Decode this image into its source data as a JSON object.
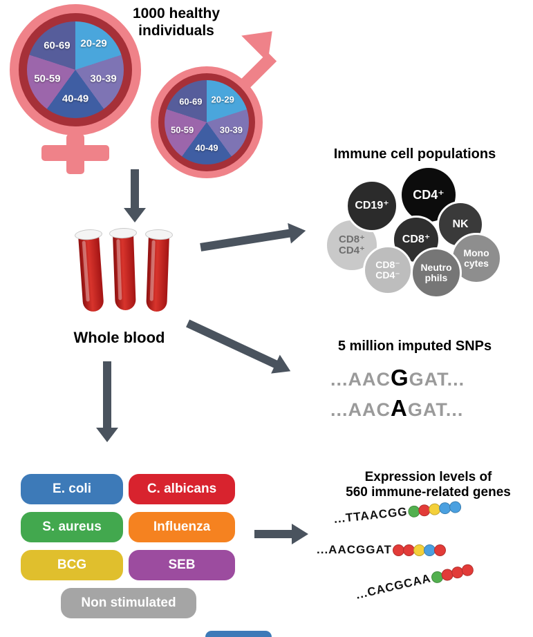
{
  "header": {
    "title": "1000 healthy\nindividuals"
  },
  "demographics": {
    "age_groups": [
      {
        "label": "20-29",
        "color": "#4aa6dc"
      },
      {
        "label": "30-39",
        "color": "#7e74b4"
      },
      {
        "label": "40-49",
        "color": "#3f5ea3"
      },
      {
        "label": "50-59",
        "color": "#9c66ab"
      },
      {
        "label": "60-69",
        "color": "#565d9b"
      }
    ],
    "symbol_color": "#ef8289",
    "ring_color": "#a63038"
  },
  "whole_blood": {
    "label": "Whole blood"
  },
  "immune_cells": {
    "title": "Immune cell populations",
    "cells": [
      {
        "label": "CD8⁺\nCD4⁺",
        "color": "#c9c9c9",
        "text_color": "#6e6e6e"
      },
      {
        "label": "CD19⁺",
        "color": "#2b2b2b",
        "text_color": "#ffffff"
      },
      {
        "label": "CD4⁺",
        "color": "#0c0c0c",
        "text_color": "#ffffff"
      },
      {
        "label": "NK",
        "color": "#3a3a3a",
        "text_color": "#ffffff"
      },
      {
        "label": "CD8⁺",
        "color": "#2f2f2f",
        "text_color": "#ffffff"
      },
      {
        "label": "Mono\ncytes",
        "color": "#8e8e8e",
        "text_color": "#ffffff"
      },
      {
        "label": "CD8⁻\nCD4⁻",
        "color": "#bdbdbd",
        "text_color": "#ffffff"
      },
      {
        "label": "Neutro\nphils",
        "color": "#767676",
        "text_color": "#ffffff"
      }
    ]
  },
  "snps": {
    "title": "5 million imputed SNPs",
    "rows": [
      {
        "pre": "...AAC",
        "variant": "G",
        "post": "GAT..."
      },
      {
        "pre": "...AAC",
        "variant": "A",
        "post": "GAT..."
      }
    ]
  },
  "stimulations": {
    "items": [
      {
        "label": "E. coli",
        "color": "#3d7ab8"
      },
      {
        "label": "C. albicans",
        "color": "#d8232e"
      },
      {
        "label": "S. aureus",
        "color": "#42a84e"
      },
      {
        "label": "Influenza",
        "color": "#f58220"
      },
      {
        "label": "BCG",
        "color": "#e0bf2d"
      },
      {
        "label": "SEB",
        "color": "#9c4c9f"
      },
      {
        "label": "Non stimulated",
        "color": "#a5a5a5"
      }
    ]
  },
  "expression": {
    "title": "Expression levels of\n560 immune-related genes",
    "dot_palette": {
      "green": "#52b04f",
      "red": "#e23b38",
      "yellow": "#f4d03a",
      "blue": "#4aa0e0"
    },
    "rows": [
      {
        "seq": "...TTAACGG",
        "dots": [
          "#52b04f",
          "#e23b38",
          "#f4d03a",
          "#4aa0e0",
          "#4aa0e0"
        ]
      },
      {
        "seq": "...AACGGAT",
        "dots": [
          "#e23b38",
          "#e23b38",
          "#f4d03a",
          "#4aa0e0",
          "#e23b38"
        ]
      },
      {
        "seq": "...CACGCAA",
        "dots": [
          "#52b04f",
          "#e23b38",
          "#e23b38",
          "#e23b38"
        ]
      }
    ]
  }
}
